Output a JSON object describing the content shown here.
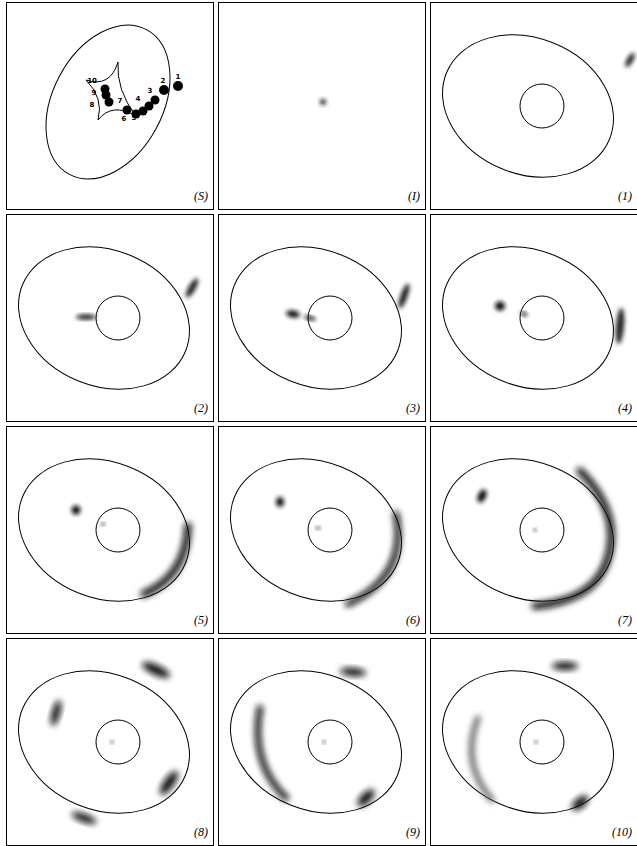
{
  "diagram": {
    "labels": [
      "(S)",
      "(I)",
      "(1)",
      "(2)",
      "(3)",
      "(4)",
      "(5)",
      "(6)",
      "(7)",
      "(8)",
      "(9)",
      "(10)",
      "1",
      "2",
      "3",
      "4",
      "5",
      "6",
      "7",
      "8",
      "9",
      "10"
    ]
  }
}
